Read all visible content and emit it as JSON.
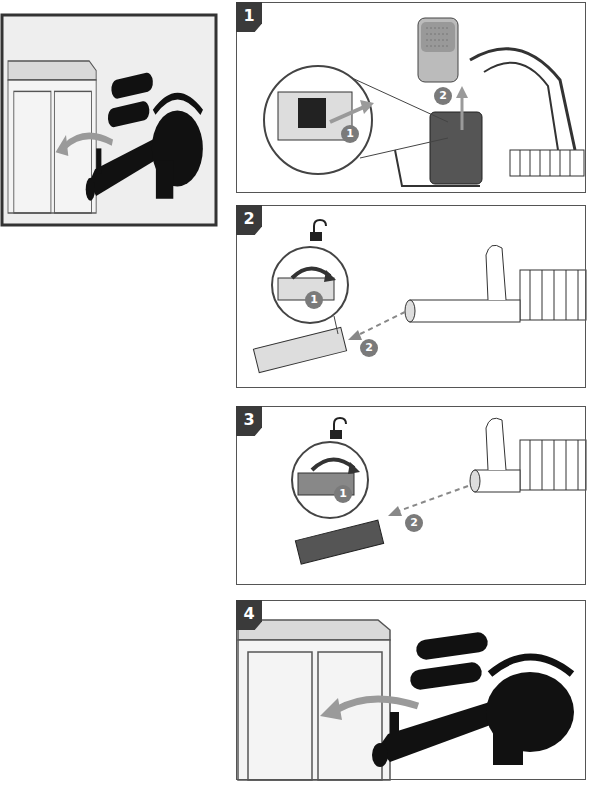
{
  "diagram": {
    "nodes": [
      {
        "text": [
          "1"
        ]
      },
      {
        "text": [
          "1"
        ],
        "in": 0
      },
      {
        "text": [
          "2"
        ],
        "in": 0
      },
      {
        "text": [
          "2"
        ]
      },
      {
        "text": [
          "1"
        ],
        "in": 3
      },
      {
        "text": [
          "2"
        ],
        "in": 3
      },
      {
        "text": [
          "3"
        ]
      },
      {
        "text": [
          "1"
        ],
        "in": 6
      },
      {
        "text": [
          "2"
        ],
        "in": 6
      },
      {
        "text": [
          "4"
        ]
      }
    ]
  }
}
